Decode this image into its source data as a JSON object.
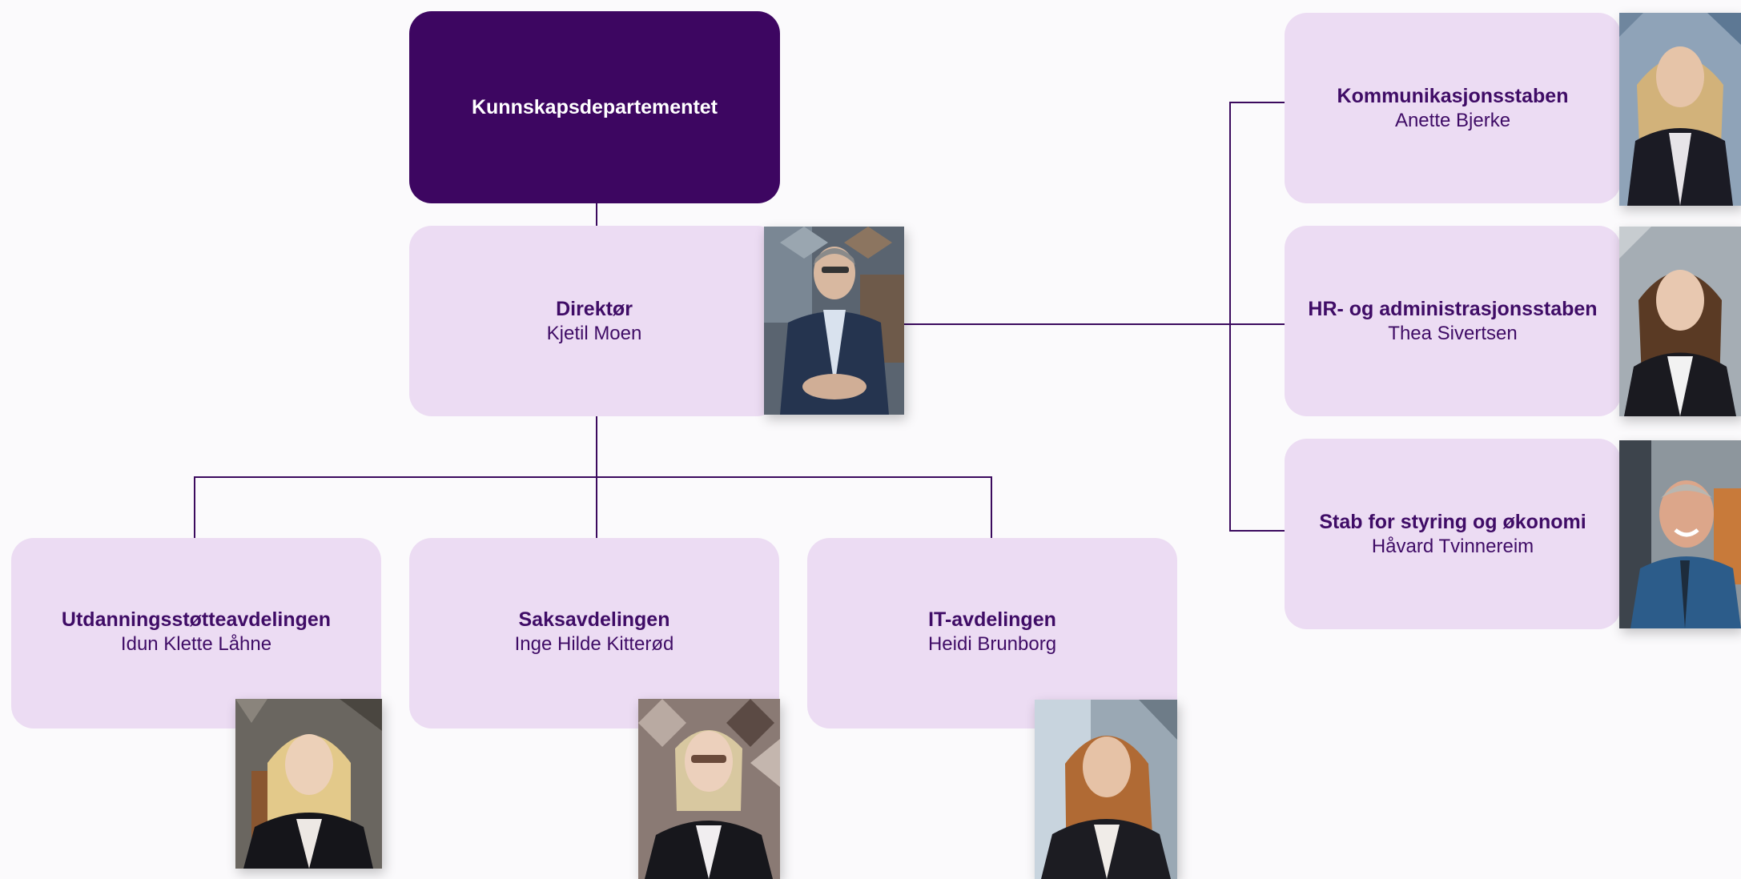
{
  "org": {
    "root": {
      "title": "Kunnskapsdepartementet"
    },
    "director": {
      "title": "Direktør",
      "name": "Kjetil Moen"
    },
    "staff": [
      {
        "title": "Kommunikasjonsstaben",
        "name": "Anette Bjerke"
      },
      {
        "title": "HR- og administrasjonsstaben",
        "name": "Thea Sivertsen"
      },
      {
        "title": "Stab for styring og økonomi",
        "name": "Håvard Tvinnereim"
      }
    ],
    "departments": [
      {
        "title": "Utdanningsstøtteavdelingen",
        "name": "Idun Klette Låhne"
      },
      {
        "title": "Saksavdelingen",
        "name": "Inge Hilde Kitterød"
      },
      {
        "title": "IT-avdelingen",
        "name": "Heidi Brunborg"
      }
    ]
  },
  "colors": {
    "root_box": "#3d0661",
    "unit_box": "#ecdcf3",
    "text": "#3f0c66",
    "connector": "#3b0a5e"
  }
}
